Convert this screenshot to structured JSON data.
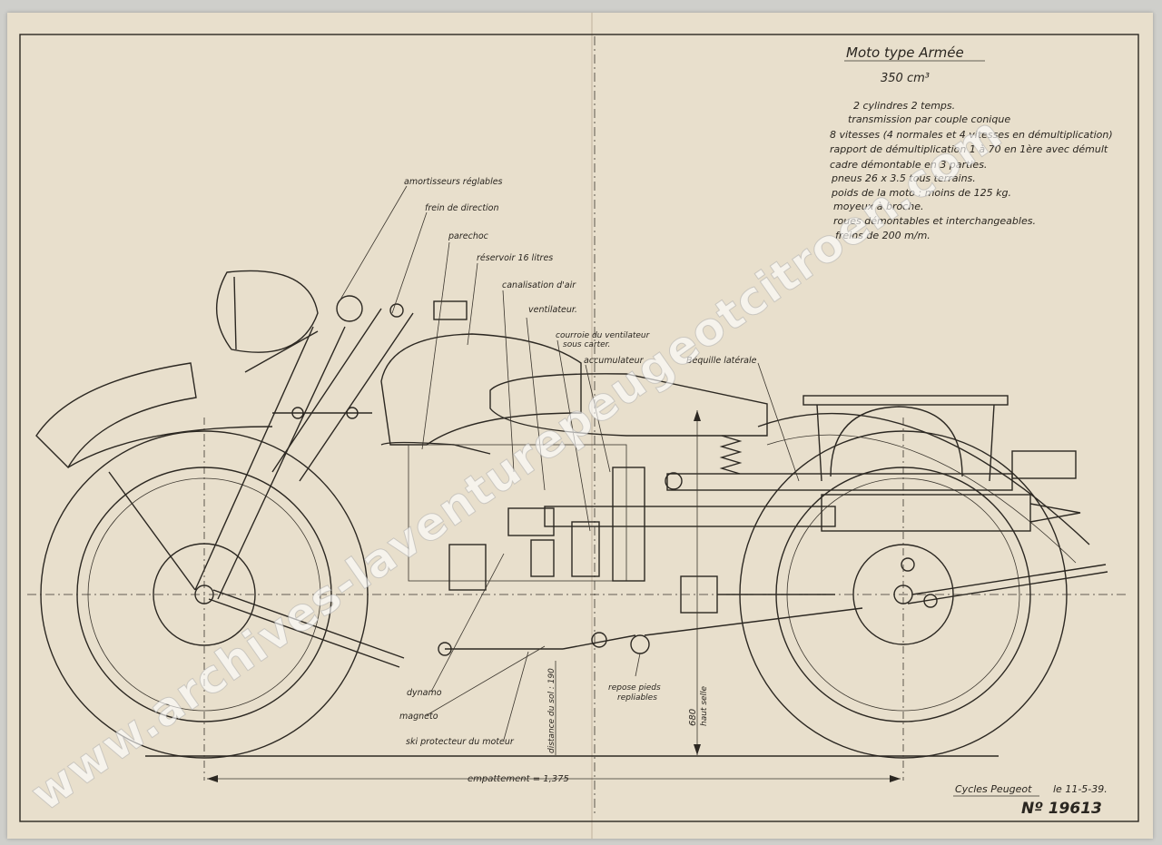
{
  "title": "Moto type Armée",
  "displacement": "350 cm³",
  "specs": [
    "2 cylindres 2 temps.",
    "transmission par couple conique",
    "8 vitesses (4 normales et 4 vitesses en démultiplication)",
    "rapport de démultiplication 1 à 70 en 1ère avec démult",
    "cadre démontable en 3 parties.",
    "pneus 26 x 3.5 tous terrains.",
    "poids de la moto : moins de 125 kg.",
    "moyeux à broche.",
    "roues démontables et interchangeables.",
    "freins de 200 m/m."
  ],
  "labels": {
    "amortisseurs": "amortisseurs réglables",
    "frein_direction": "frein de direction",
    "parechoc": "parechoc",
    "reservoir": "réservoir 16 litres",
    "canalisation": "canalisation d'air",
    "ventilateur": "ventilateur.",
    "courroie1": "courroie du ventilateur",
    "courroie2": "sous carter.",
    "accumulateur": "accumulateur",
    "bequille": "Béquille latérale",
    "dynamo": "dynamo",
    "magneto": "magneto",
    "ski": "ski protecteur du moteur",
    "repose1": "repose pieds",
    "repose2": "repliables",
    "distance_sol": "distance du sol : 190",
    "haut_selle_val": "680",
    "haut_selle": "haut selle",
    "empattement": "empattement = 1,375"
  },
  "footer": {
    "maker": "Cycles Peugeot",
    "date": "le 11-5-39.",
    "number": "Nº 19613"
  },
  "watermark": "www.archives-laventurepeugeotcitroen.com"
}
